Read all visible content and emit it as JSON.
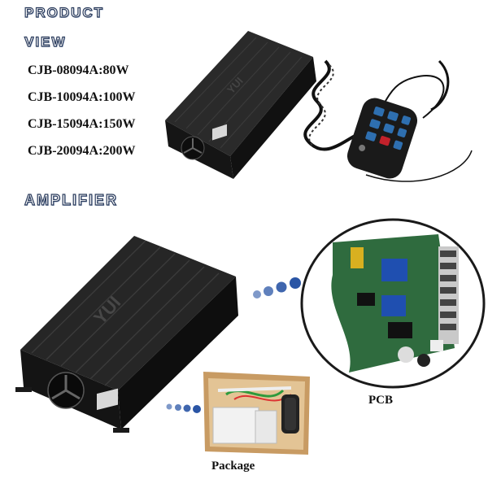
{
  "header": {
    "line1": "PRODUCT",
    "line2": "VIEW"
  },
  "models": [
    "CJB-08094A:80W",
    "CJB-10094A:100W",
    "CJB-15094A:150W",
    "CJB-20094A:200W"
  ],
  "section": {
    "amplifier": "AMPLIFIER"
  },
  "captions": {
    "pcb": "PCB",
    "package": "Package"
  },
  "logo": {
    "brand_mark": "YUI"
  },
  "colors": {
    "title_stroke": "#2a3b5c",
    "amp_body": "#1b1b1b",
    "pcb_board": "#2f6b3e",
    "button_blue": "#2e6fb0",
    "button_red": "#c2212b",
    "dot_blue": "#2a55a5",
    "package_box": "#c89b63"
  },
  "icons": {
    "fan": "fan-icon",
    "remote": "remote-control-icon",
    "dots": "connector-dots-icon"
  }
}
